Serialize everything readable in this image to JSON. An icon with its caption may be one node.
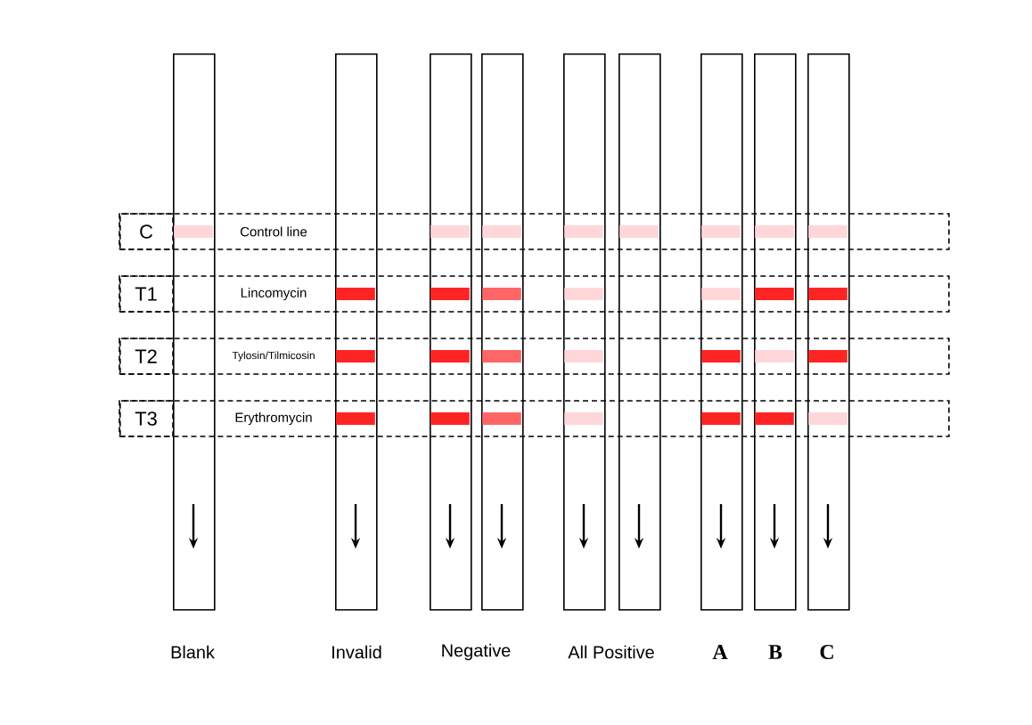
{
  "diagram": {
    "nodes": [
      {
        "text": [
          "C",
          "Control line"
        ]
      },
      {
        "text": [
          "T1",
          "Lincomycin"
        ]
      },
      {
        "text": [
          "T2",
          "Tylosin/Tilmicosin"
        ]
      },
      {
        "text": [
          "T3",
          "Erythromycin"
        ]
      },
      {
        "text": [],
        "shape": "bar"
      },
      {
        "text": [],
        "shape": "bar"
      },
      {
        "text": [],
        "shape": "bar"
      },
      {
        "text": [],
        "shape": "bar"
      },
      {
        "text": [],
        "shape": "bar"
      },
      {
        "text": [],
        "shape": "bar"
      },
      {
        "text": [],
        "shape": "bar"
      },
      {
        "text": [],
        "shape": "bar"
      },
      {
        "text": [],
        "shape": "bar"
      }
    ],
    "edges": [],
    "labels": [
      "Blank",
      "Invalid",
      "Negative",
      "All Positive",
      "A",
      "B",
      "C"
    ]
  }
}
